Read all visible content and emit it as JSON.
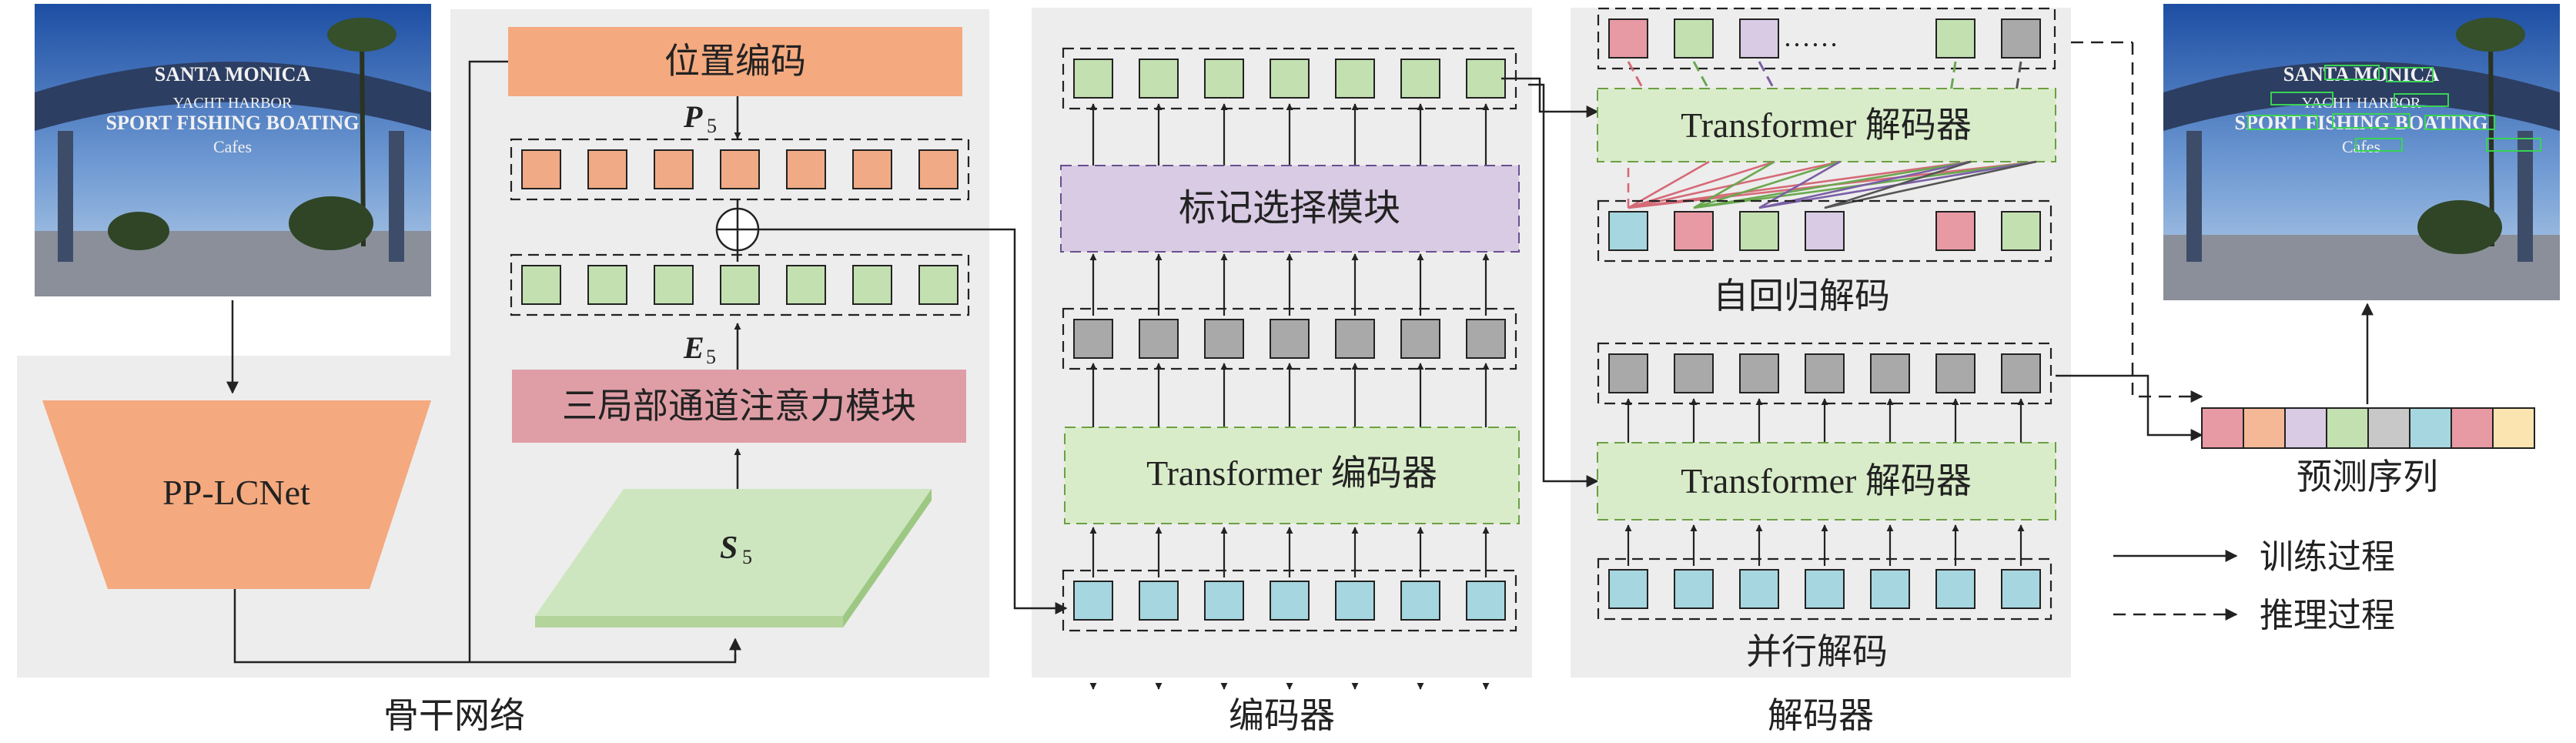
{
  "sections": {
    "backbone": "骨干网络",
    "encoder": "编码器",
    "decoder": "解码器"
  },
  "backbone": {
    "network": "PP-LCNet",
    "pos_encoding": "位置编码",
    "p5_base": "P",
    "p5_sub": "5",
    "e5_base": "E",
    "e5_sub": "5",
    "s5_base": "S",
    "s5_sub": "5",
    "attention_module": "三局部通道注意力模块"
  },
  "encoder": {
    "token_select": "标记选择模块",
    "transformer_encoder": "Transformer 编码器"
  },
  "decoder": {
    "ar_decoder": "Transformer 解码器",
    "ar_label": "自回归解码",
    "ellipsis": "……",
    "par_decoder": "Transformer 解码器",
    "par_label": "并行解码"
  },
  "output": {
    "prediction": "预测序列"
  },
  "legend": {
    "train": "训练过程",
    "infer": "推理过程"
  },
  "image_text": {
    "sign_top": "SANTA MONICA",
    "sign_mid": "YACHT HARBOR",
    "sign_main": "SPORT FISHING BOATING",
    "sign_bottom": "Cafes"
  },
  "colors": {
    "orange": "#f4b896",
    "salmon": "#f0aa85",
    "pink": "#df9ea6",
    "green": "#c3e0b0",
    "gray": "#a9a9a9",
    "teal": "#a6d6df",
    "purple": "#d8cbe3",
    "red_pink": "#e79aa3",
    "yellow": "#fbe4b0"
  }
}
